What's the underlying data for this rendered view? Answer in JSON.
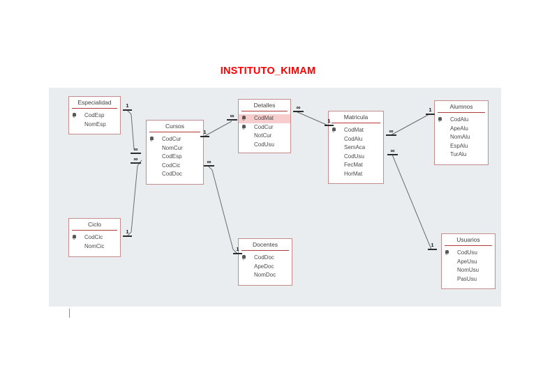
{
  "document": {
    "title": "INSTITUTO_KIMAM",
    "title_color": "#ff0000",
    "canvas_color": "#e9edef",
    "table_border_color": "#c58b8b",
    "selected_field_color": "#f6cccc"
  },
  "tables": [
    {
      "id": "especialidad",
      "name": "Especialidad",
      "fields": [
        {
          "name": "CodEsp",
          "key": true,
          "selected": false
        },
        {
          "name": "NomEsp",
          "key": false,
          "selected": false
        }
      ]
    },
    {
      "id": "cursos",
      "name": "Cursos",
      "fields": [
        {
          "name": "CodCur",
          "key": true,
          "selected": false
        },
        {
          "name": "NomCur",
          "key": false,
          "selected": false
        },
        {
          "name": "CodEsp",
          "key": false,
          "selected": false
        },
        {
          "name": "CodCic",
          "key": false,
          "selected": false
        },
        {
          "name": "CodDoc",
          "key": false,
          "selected": false
        }
      ]
    },
    {
      "id": "detalles",
      "name": "Detalles",
      "fields": [
        {
          "name": "CodMat",
          "key": true,
          "selected": true
        },
        {
          "name": "CodCur",
          "key": true,
          "selected": false
        },
        {
          "name": "NotCur",
          "key": false,
          "selected": false
        },
        {
          "name": "CodUsu",
          "key": false,
          "selected": false
        }
      ]
    },
    {
      "id": "matricula",
      "name": "Matricula",
      "fields": [
        {
          "name": "CodMat",
          "key": true,
          "selected": false
        },
        {
          "name": "CodAlu",
          "key": false,
          "selected": false
        },
        {
          "name": "SemAca",
          "key": false,
          "selected": false
        },
        {
          "name": "CodUsu",
          "key": false,
          "selected": false
        },
        {
          "name": "FecMat",
          "key": false,
          "selected": false
        },
        {
          "name": "HorMat",
          "key": false,
          "selected": false
        }
      ]
    },
    {
      "id": "alumnos",
      "name": "Alumnos",
      "fields": [
        {
          "name": "CodAlu",
          "key": true,
          "selected": false
        },
        {
          "name": "ApeAlu",
          "key": false,
          "selected": false
        },
        {
          "name": "NomAlu",
          "key": false,
          "selected": false
        },
        {
          "name": "EspAlu",
          "key": false,
          "selected": false
        },
        {
          "name": "TurAlu",
          "key": false,
          "selected": false
        }
      ]
    },
    {
      "id": "ciclo",
      "name": "Ciclo",
      "fields": [
        {
          "name": "CodCic",
          "key": true,
          "selected": false
        },
        {
          "name": "NomCic",
          "key": false,
          "selected": false
        }
      ]
    },
    {
      "id": "docentes",
      "name": "Docentes",
      "fields": [
        {
          "name": "CodDoc",
          "key": true,
          "selected": false
        },
        {
          "name": "ApeDoc",
          "key": false,
          "selected": false
        },
        {
          "name": "NomDoc",
          "key": false,
          "selected": false
        }
      ]
    },
    {
      "id": "usuarios",
      "name": "Usuarios",
      "fields": [
        {
          "name": "CodUsu",
          "key": true,
          "selected": false
        },
        {
          "name": "ApeUsu",
          "key": false,
          "selected": false
        },
        {
          "name": "NomUsu",
          "key": false,
          "selected": false
        },
        {
          "name": "PasUsu",
          "key": false,
          "selected": false
        }
      ]
    }
  ],
  "relationships": [
    {
      "id": "especialidad-cursos",
      "from": "Especialidad",
      "to": "Cursos",
      "from_cardinality": "1",
      "to_cardinality": "∞"
    },
    {
      "id": "ciclo-cursos",
      "from": "Ciclo",
      "to": "Cursos",
      "from_cardinality": "1",
      "to_cardinality": "∞"
    },
    {
      "id": "cursos-detalles",
      "from": "Cursos",
      "to": "Detalles",
      "from_cardinality": "1",
      "to_cardinality": "∞"
    },
    {
      "id": "cursos-docentes",
      "from": "Cursos",
      "to": "Docentes",
      "from_cardinality": "∞",
      "to_cardinality": "1"
    },
    {
      "id": "detalles-matricula",
      "from": "Detalles",
      "to": "Matricula",
      "from_cardinality": "∞",
      "to_cardinality": "1"
    },
    {
      "id": "matricula-alumnos",
      "from": "Matricula",
      "to": "Alumnos",
      "from_cardinality": "∞",
      "to_cardinality": "1"
    },
    {
      "id": "matricula-usuarios",
      "from": "Matricula",
      "to": "Usuarios",
      "from_cardinality": "∞",
      "to_cardinality": "1"
    }
  ],
  "cardinality_labels": {
    "esp_one": "1",
    "cursos_many_a": "∞",
    "cursos_many_b": "∞",
    "ciclo_one": "1",
    "cursos_one_right": "1",
    "detalles_many_left": "∞",
    "detalles_many_right": "∞",
    "matricula_one_left": "1",
    "matricula_many_alu": "∞",
    "matricula_many_usu": "∞",
    "alumnos_one": "1",
    "usuarios_one": "1",
    "cursos_many_doc": "∞",
    "docentes_one": "1"
  },
  "key_icon": "🔑"
}
